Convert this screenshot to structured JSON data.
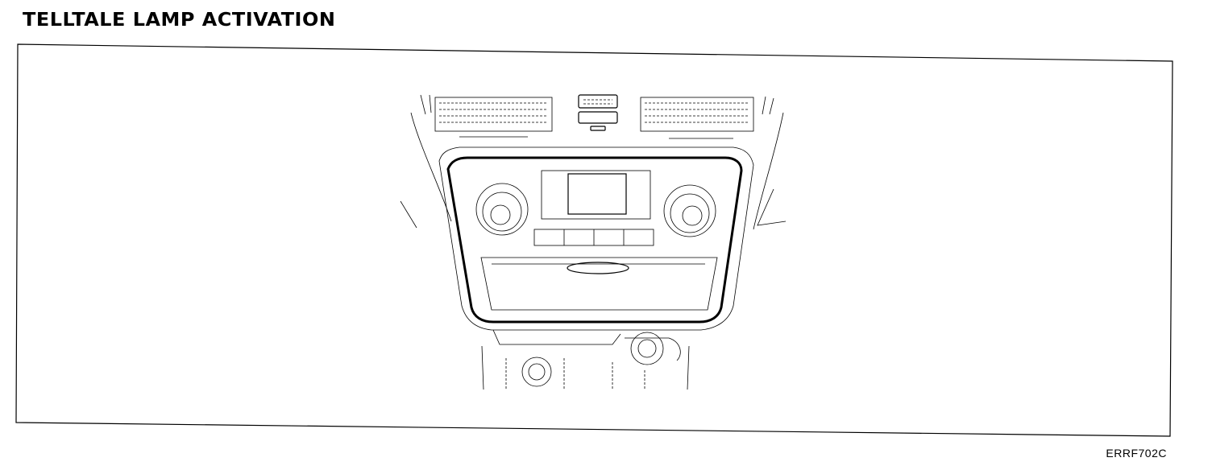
{
  "header": {
    "title": "TELLTALE LAMP ACTIVATION"
  },
  "figure": {
    "code": "ERRF702C",
    "subject": "center-console-illustration"
  }
}
